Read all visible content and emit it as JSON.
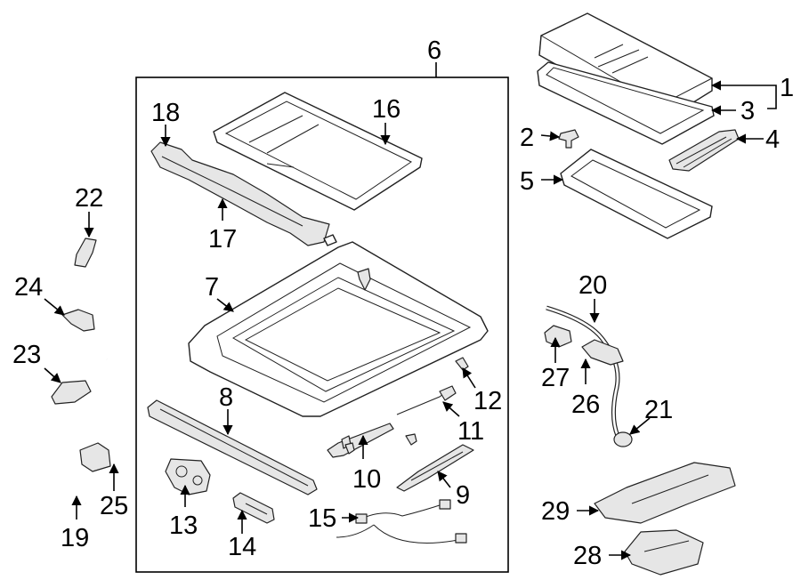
{
  "callouts": {
    "c1": "1",
    "c2": "2",
    "c3": "3",
    "c4": "4",
    "c5": "5",
    "c6": "6",
    "c7": "7",
    "c8": "8",
    "c9": "9",
    "c10": "10",
    "c11": "11",
    "c12": "12",
    "c13": "13",
    "c14": "14",
    "c15": "15",
    "c16": "16",
    "c17": "17",
    "c18": "18",
    "c19": "19",
    "c20": "20",
    "c21": "21",
    "c22": "22",
    "c23": "23",
    "c24": "24",
    "c25": "25",
    "c26": "26",
    "c27": "27",
    "c28": "28",
    "c29": "29"
  },
  "colors": {
    "ink": "#000000",
    "fill_gray": "#e6e6e6",
    "background": "#ffffff"
  }
}
